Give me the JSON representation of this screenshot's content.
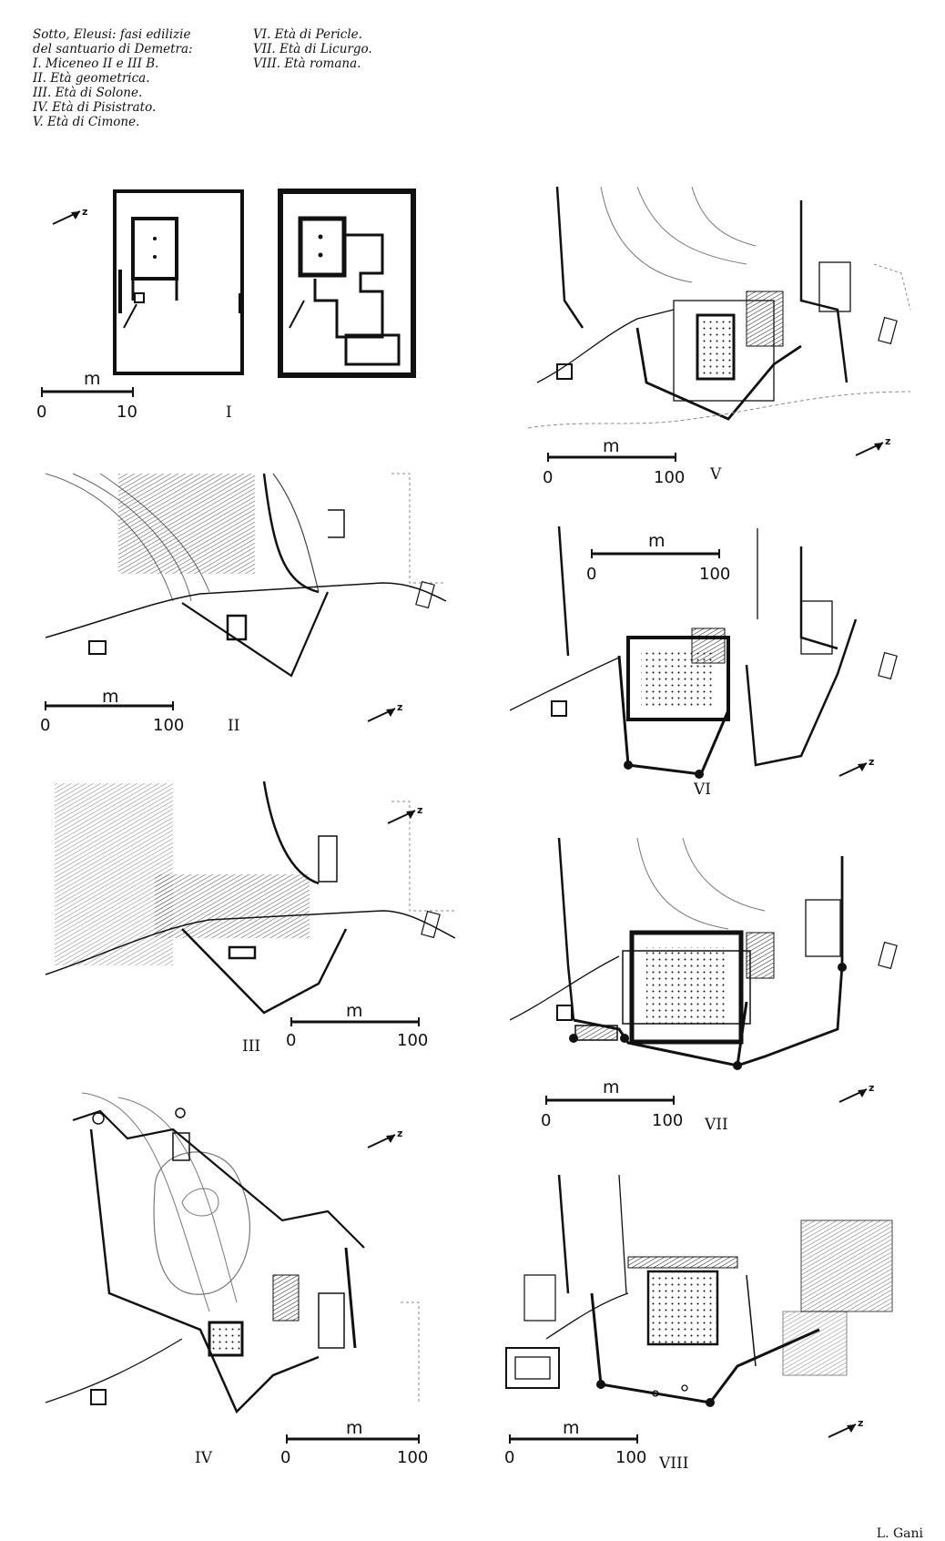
{
  "caption": {
    "left_lines": [
      "Sotto, Eleusi: fasi edilizie",
      "del santuario di Demetra:",
      "I. Miceneo II e III B.",
      "II. Età geometrica.",
      "III. Età di Solone.",
      "IV. Età di Pisistrato.",
      "V. Età di Cimone."
    ],
    "right_lines": [
      "VI. Età di Pericle.",
      "VII. Età di Licurgo.",
      "VIII. Età romana."
    ]
  },
  "plans": [
    {
      "id": "I",
      "label": "I",
      "scale_unit": "m",
      "scale_start": "0",
      "scale_end": "10"
    },
    {
      "id": "II",
      "label": "II",
      "scale_unit": "m",
      "scale_start": "0",
      "scale_end": "100"
    },
    {
      "id": "III",
      "label": "III",
      "scale_unit": "m",
      "scale_start": "0",
      "scale_end": "100"
    },
    {
      "id": "IV",
      "label": "IV",
      "scale_unit": "m",
      "scale_start": "0",
      "scale_end": "100"
    },
    {
      "id": "V",
      "label": "V",
      "scale_unit": "m",
      "scale_start": "0",
      "scale_end": "100"
    },
    {
      "id": "VI",
      "label": "VI",
      "scale_unit": "m",
      "scale_start": "0",
      "scale_end": "100"
    },
    {
      "id": "VII",
      "label": "VII",
      "scale_unit": "m",
      "scale_start": "0",
      "scale_end": "100"
    },
    {
      "id": "VIII",
      "label": "VIII",
      "scale_unit": "m",
      "scale_start": "0",
      "scale_end": "100"
    }
  ],
  "north_label": "z",
  "credit": "L. Gani"
}
